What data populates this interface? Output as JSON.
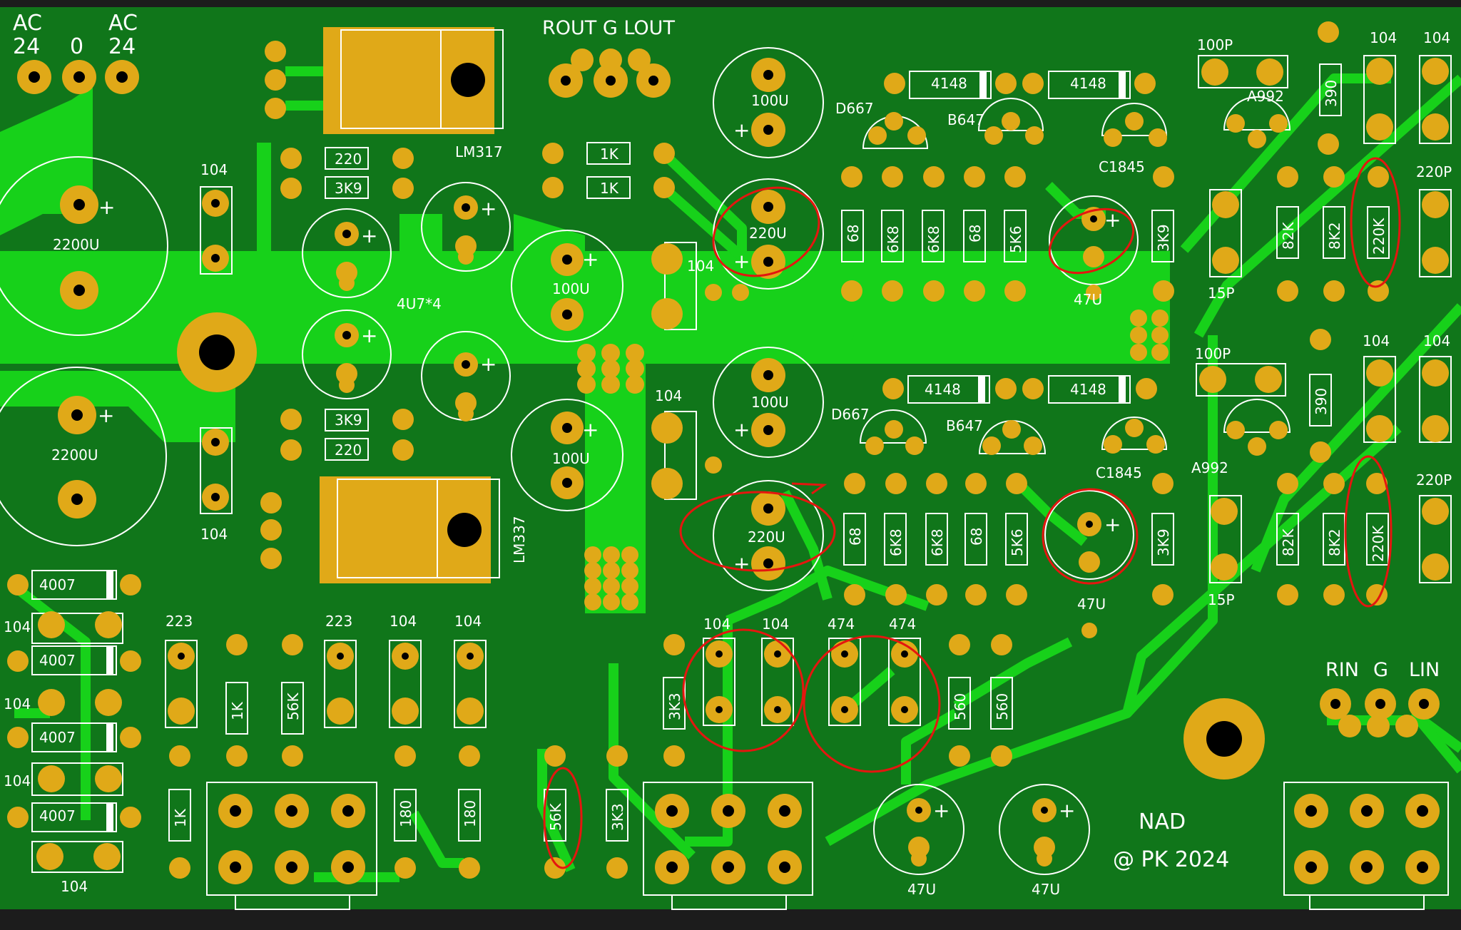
{
  "board": {
    "colors": {
      "substrate": "#10761a",
      "copper": "#17d11a",
      "pad": "#e0a918",
      "hole": "#000000",
      "silk": "#ffffff",
      "mark": "#e4160f",
      "frame": "#1c1c1c"
    },
    "power_header": {
      "labels": [
        "AC\n24",
        "0",
        "AC\n24"
      ]
    },
    "output_header": {
      "label": "ROUT  G  LOUT"
    },
    "input_header": {
      "label": "RIN  G  LIN"
    },
    "credit": {
      "line1": "NAD",
      "line2": "@ PK 2024"
    },
    "regulators": [
      "LM317",
      "LM337"
    ],
    "transistors": [
      "D667",
      "B647",
      "C1845",
      "A992"
    ],
    "notes": "Red ellipses mark components highlighted on the layout"
  }
}
